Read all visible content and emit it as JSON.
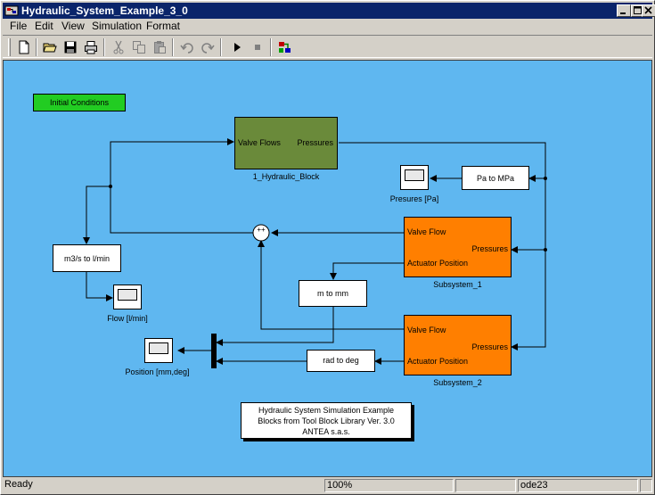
{
  "window": {
    "title": "Hydraulic_System_Example_3_0",
    "title_bar_color": "#0a246a"
  },
  "menu": [
    {
      "label": "File"
    },
    {
      "label": "Edit"
    },
    {
      "label": "View"
    },
    {
      "label": "Simulation"
    },
    {
      "label": "Format"
    }
  ],
  "toolbar": {
    "buttons": [
      "new-file-icon",
      "open-folder-icon",
      "save-icon",
      "print-icon",
      "cut-icon",
      "copy-icon",
      "paste-icon",
      "undo-icon",
      "redo-icon",
      "start-simulation-icon",
      "stop-simulation-icon",
      "library-browser-icon"
    ]
  },
  "canvas": {
    "background": "#5fb7f0",
    "initial_conditions": "Initial Conditions",
    "hydraulic_block": {
      "name": "1_Hydraulic_Block",
      "in_port": "Valve Flows",
      "out_port": "Pressures",
      "color": "#6a8a3a"
    },
    "pa_to_mpa": "Pa to MPa",
    "pressures_scope": "Presures [Pa]",
    "m3s_to_lmin": "m3/s to l/min",
    "flow_scope": "Flow [l/min]",
    "sum_signs": "++",
    "subsystem_1": {
      "name": "Subsystem_1",
      "in_valve": "Valve Flow",
      "in_actuator": "Actuator Position",
      "out_pressures": "Pressures",
      "color": "#ff7f00"
    },
    "m_to_mm": "m to mm",
    "subsystem_2": {
      "name": "Subsystem_2",
      "in_valve": "Valve Flow",
      "in_actuator": "Actuator Position",
      "out_pressures": "Pressures",
      "color": "#ff7f00"
    },
    "rad_to_deg": "rad to deg",
    "position_scope": "Position [mm,deg]",
    "note_lines": [
      "Hydraulic System Simulation Example",
      "Blocks from Tool Block Library  Ver. 3.0",
      "ANTEA s.a.s."
    ]
  },
  "status": {
    "state": "Ready",
    "zoom": "100%",
    "solver": "ode23"
  }
}
